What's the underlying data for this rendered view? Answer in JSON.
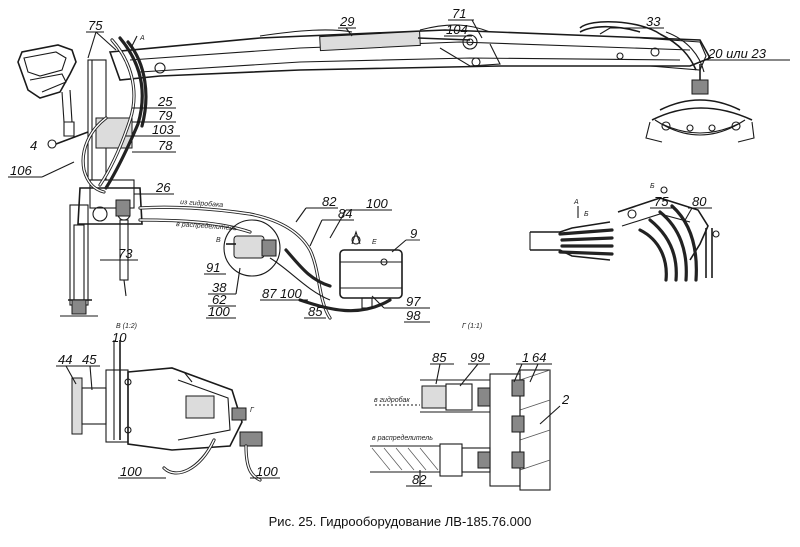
{
  "caption": "Рис. 25. Гидрооборудование ЛВ-185.76.000",
  "callouts": {
    "n75": "75",
    "n29": "29",
    "n71": "71",
    "n104": "104",
    "n33": "33",
    "n20": "20 или 23",
    "n25": "25",
    "n79": "79",
    "n103": "103",
    "n78": "78",
    "n4": "4",
    "n106": "106",
    "n26": "26",
    "n73": "73",
    "n82": "82",
    "n84": "84",
    "n100": "100",
    "n9": "9",
    "n91": "91",
    "n38": "38",
    "n62": "62",
    "n100b": "100",
    "n87": "87",
    "n100c": "100",
    "n85": "85",
    "n97": "97",
    "n98": "98",
    "n10": "10",
    "n44": "44",
    "n45": "45",
    "n100d": "100",
    "n100e": "100",
    "n85b": "85",
    "n99": "99",
    "n1": "1",
    "n64": "64",
    "n2": "2",
    "n82b": "82",
    "n75b": "75",
    "n80": "80"
  },
  "view_labels": {
    "a_arrow": "A",
    "view_a": "A",
    "view_b": "Б",
    "view_b_ref": "Б",
    "view_v": "В (1:2)",
    "view_g": "Г (1:1)",
    "g_ref": "Г",
    "e_ref": "Е",
    "v_ref": "В"
  },
  "hose_labels": {
    "to_tank": "из гидробака",
    "to_pump": "в распределитель",
    "pressure": "в гидробак",
    "suction": "в распределитель"
  }
}
